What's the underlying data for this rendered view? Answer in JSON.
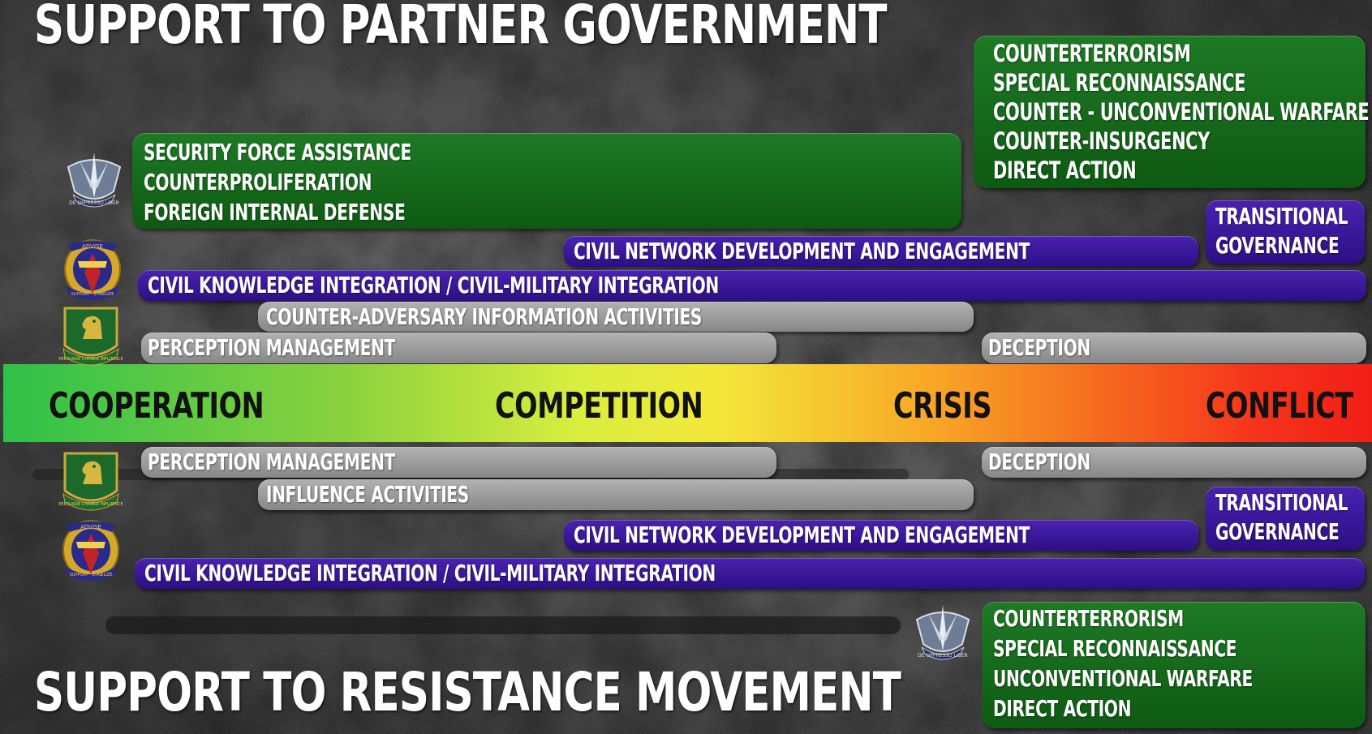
{
  "titles": {
    "top": "SUPPORT TO PARTNER GOVERNMENT",
    "bottom": "SUPPORT TO RESISTANCE MOVEMENT"
  },
  "spectrum": {
    "phases": [
      "COOPERATION",
      "COMPETITION",
      "CRISIS",
      "CONFLICT"
    ]
  },
  "partner_government": {
    "sf_top_right": [
      "COUNTERTERRORISM",
      "SPECIAL RECONNAISSANCE",
      "COUNTER - UNCONVENTIONAL WARFARE",
      "COUNTER-INSURGENCY",
      "DIRECT ACTION"
    ],
    "sf_left": [
      "SECURITY FORCE ASSISTANCE",
      "COUNTERPROLIFERATION",
      "FOREIGN INTERNAL DEFENSE"
    ],
    "transitional": [
      "TRANSITIONAL",
      "GOVERNANCE"
    ],
    "civil_network": "CIVIL NETWORK DEVELOPMENT AND ENGAGEMENT",
    "civil_knowledge": "CIVIL KNOWLEDGE INTEGRATION / CIVIL-MILITARY INTEGRATION",
    "counter_adversary": "COUNTER-ADVERSARY INFORMATION ACTIVITIES",
    "perception": "PERCEPTION MANAGEMENT",
    "deception": "DECEPTION"
  },
  "resistance_movement": {
    "perception": "PERCEPTION MANAGEMENT",
    "deception": "DECEPTION",
    "influence": "INFLUENCE ACTIVITIES",
    "transitional": [
      "TRANSITIONAL",
      "GOVERNANCE"
    ],
    "civil_network": "CIVIL NETWORK DEVELOPMENT AND ENGAGEMENT",
    "civil_knowledge": "CIVIL KNOWLEDGE INTEGRATION / CIVIL-MILITARY INTEGRATION",
    "sf_bottom_right": [
      "COUNTERTERRORISM",
      "SPECIAL RECONNAISSANCE",
      "UNCONVENTIONAL WARFARE",
      "DIRECT ACTION"
    ]
  },
  "insignia": {
    "sf_icon": "special-forces-crest",
    "ca_icon": "civil-affairs-crest",
    "psyop_icon": "psychological-operations-crest",
    "ca_motto_top": "ADVISE",
    "ca_motto_bottom": "SUPPORT · STABILIZE",
    "psyop_motto": "PERSUADE CHANGE INFLUENCE",
    "sf_motto": "DE OPPRESSO LIBER"
  },
  "colors": {
    "sf_green": "#0f5e14",
    "civil_purple": "#3a18a0",
    "info_gray": "#9e9e9e",
    "spectrum_green": "#2fc14a",
    "spectrum_yellow": "#f3e83a",
    "spectrum_orange": "#f8a626",
    "spectrum_red": "#f11f17"
  }
}
